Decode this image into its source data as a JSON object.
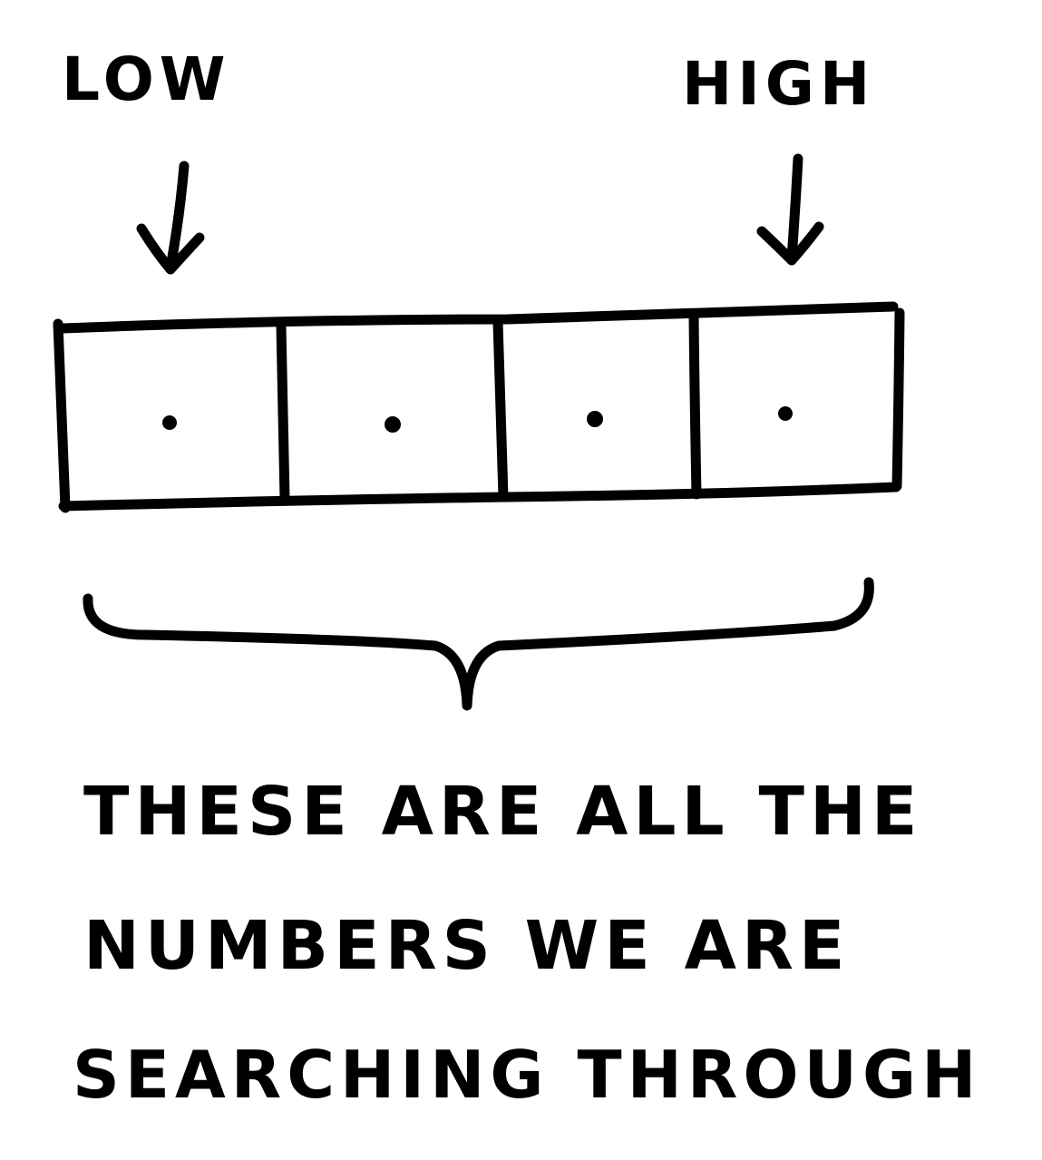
{
  "pointers": {
    "low": "LOW",
    "high": "HIGH"
  },
  "array": {
    "cell_count": 4
  },
  "caption": {
    "line1": "THESE ARE ALL THE",
    "line2": "NUMBERS WE ARE",
    "line3": "SEARCHING THROUGH"
  },
  "colors": {
    "ink": "#000000",
    "paper": "#ffffff"
  }
}
